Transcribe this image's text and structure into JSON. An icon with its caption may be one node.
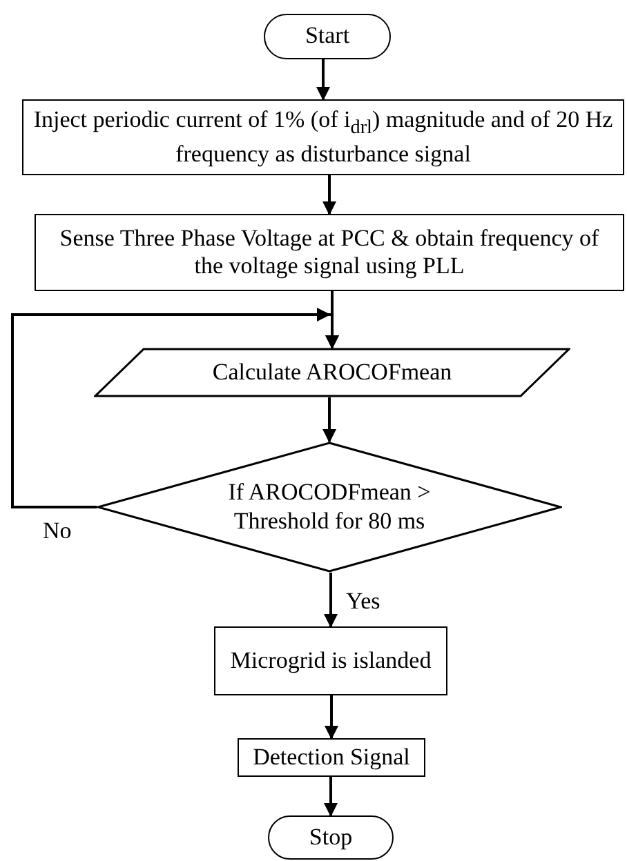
{
  "diagram": {
    "nodes": [
      {
        "text": [
          "Start"
        ]
      },
      {
        "text": [
          "Inject periodic current of 1% (of i$_{drl}$) magnitude and of 20 Hz frequency as disturbance signal"
        ]
      },
      {
        "text": [
          "Sense Three Phase Voltage at PCC & obtain frequency of the voltage signal using PLL"
        ]
      },
      {
        "text": [
          "Calculate AROCOFmean"
        ]
      },
      {
        "text": [
          "If AROCODFmean > Threshold for 80 ms"
        ]
      },
      {
        "text": [
          "Microgrid is islanded"
        ]
      },
      {
        "text": [
          "Detection Signal"
        ]
      },
      {
        "text": [
          "Stop"
        ]
      }
    ],
    "edges": [
      {
        "from": 0,
        "to": 1,
        "arrow": "to"
      },
      {
        "from": 1,
        "to": 2,
        "arrow": "to"
      },
      {
        "from": 2,
        "to": 3,
        "arrow": "to"
      },
      {
        "from": 3,
        "to": 4,
        "arrow": "to"
      },
      {
        "from": 4,
        "to": 3,
        "arrow": "to",
        "label": "No"
      },
      {
        "from": 4,
        "to": 5,
        "arrow": "to",
        "label": "Yes"
      },
      {
        "from": 5,
        "to": 6,
        "arrow": "to"
      },
      {
        "from": 6,
        "to": 7,
        "arrow": "to"
      }
    ]
  }
}
